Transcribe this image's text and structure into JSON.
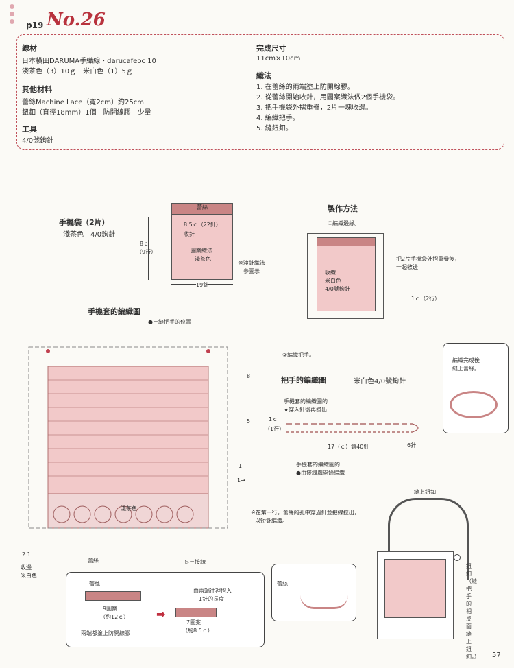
{
  "header": {
    "page_ref": "p19",
    "title": "No.26",
    "page_number": "57"
  },
  "materials": {
    "yarn_heading": "線材",
    "yarn_line1": "日本橫田DARUMA手織線・darucafeoc 10",
    "yarn_line2": "淺茶色（3）10ｇ　米白色（1）5ｇ",
    "other_heading": "其他材料",
    "other_line1": "蕾絲Machine Lace（寬2cm）約25cm",
    "other_line2": "鈕釦（直徑18mm）1個　防開線膠　少量",
    "tool_heading": "工具",
    "tool_line1": "4/0號鉤針",
    "size_heading": "完成尺寸",
    "size_value": "11cm×10cm",
    "method_heading": "織法",
    "steps": [
      "1. 在蕾絲的兩端塗上防開線膠。",
      "2. 從蕾絲開始收針，用圖案織法做2個手機袋。",
      "3. 把手機袋外摺重疊，2片一塊收邊。",
      "4. 編織把手。",
      "5. 縫鈕釦。"
    ]
  },
  "bag_section": {
    "title": "手機袋（2片）",
    "color": "淺茶色　4/0鉤針",
    "lace": "蕾絲",
    "stitch_count": "8.5ｃ（22針）",
    "stitch_action": "收針",
    "pattern": "圖案織法",
    "pattern_color": "淺茶色",
    "height": "8ｃ",
    "height_rows": "（9行）",
    "width": "19針",
    "note_line1": "※渡針織法",
    "note_line2": "參圖示"
  },
  "method_section": {
    "title": "製作方法",
    "step1": "①編織邊緣。",
    "center_line1": "收織",
    "center_line2": "米白色",
    "center_line3": "4/0號鉤針",
    "fold_line1": "把2片手機袋外摺重疊後，",
    "fold_line2": "一起收邊",
    "bottom_label": "1ｃ（2行）",
    "step2": "②編織把手。"
  },
  "cover_chart": {
    "title": "手機套的編織圖",
    "legend": "●＝縫把手的位置",
    "row8": "8",
    "row5": "5",
    "row1": "1",
    "arrow_label": "1→",
    "color_label": "淺茶色",
    "lace_label": "蕾絲",
    "left_nums": "2 1",
    "edge_label1": "收邊",
    "edge_label2": "米白色",
    "stitch_legend": "▷＝接線"
  },
  "handle_section": {
    "title": "把手的編織圖",
    "color": "米白色4/0號鉤針",
    "top_note1": "手機套的編織圖的",
    "top_note2": "★穿入針後再拔出",
    "row_label": "1ｃ",
    "row_label2": "（1行）",
    "length": "17（ｃ）鎖40針",
    "end": "6針",
    "bottom_note1": "手機套的編織圖的",
    "bottom_note2": "●由接線處開始編織",
    "side_note1": "編織完成後",
    "side_note2": "縫上蕾絲。",
    "note_line1": "※在第一行，蕾絲的孔中穿過針並把線拉出，",
    "note_line2": "以短針編織。"
  },
  "button_section": {
    "title": "縫上鈕釦",
    "side_text": "鈕釦（縫把手的相反面縫上鈕釦。）"
  },
  "lace_prep": {
    "lace": "蕾絲",
    "width1": "9圖案",
    "width1_sub": "（約12ｃ）",
    "arrow_note1": "由兩端往裡摺入",
    "arrow_note2": "1針的長度",
    "width2": "7圖案",
    "width2_sub": "（約8.5ｃ）",
    "both_ends": "兩端都塗上防開線膠",
    "lace2": "蕾絲"
  },
  "colors": {
    "accent_red": "#b8323d",
    "pink_fill": "#f2c9c9",
    "dark_pink": "#c98585"
  }
}
